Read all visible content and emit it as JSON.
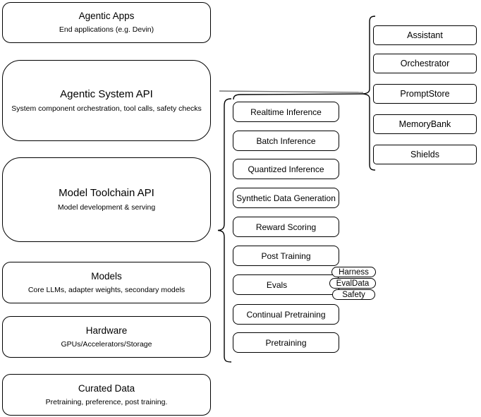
{
  "colors": {
    "background": "#ffffff",
    "stroke": "#000000",
    "box_fill": "#ffffff",
    "text": "#000000",
    "connector_gray": "#737373"
  },
  "stack": {
    "layers": [
      {
        "title": "Agentic Apps",
        "subtitle": "End applications (e.g. Devin)"
      },
      {
        "title": "Agentic System API",
        "subtitle": "System component orchestration, tool calls, safety checks"
      },
      {
        "title": "Model Toolchain API",
        "subtitle": "Model development & serving"
      },
      {
        "title": "Models",
        "subtitle": "Core LLMs, adapter weights, secondary models"
      },
      {
        "title": "Hardware",
        "subtitle": "GPUs/Accelerators/Storage"
      },
      {
        "title": "Curated Data",
        "subtitle": "Pretraining, preference, post training."
      }
    ]
  },
  "toolchain_components": {
    "items": [
      {
        "label": "Realtime Inference"
      },
      {
        "label": "Batch Inference"
      },
      {
        "label": "Quantized Inference"
      },
      {
        "label": "Synthetic Data Generation"
      },
      {
        "label": "Reward Scoring"
      },
      {
        "label": "Post Training"
      },
      {
        "label": "Evals"
      },
      {
        "label": "Continual Pretraining"
      },
      {
        "label": "Pretraining"
      }
    ],
    "evals_tags": [
      {
        "label": "Harness"
      },
      {
        "label": "EvalData"
      },
      {
        "label": "Safety"
      }
    ]
  },
  "system_components": {
    "items": [
      {
        "label": "Assistant"
      },
      {
        "label": "Orchestrator"
      },
      {
        "label": "PromptStore"
      },
      {
        "label": "MemoryBank"
      },
      {
        "label": "Shields"
      }
    ]
  }
}
